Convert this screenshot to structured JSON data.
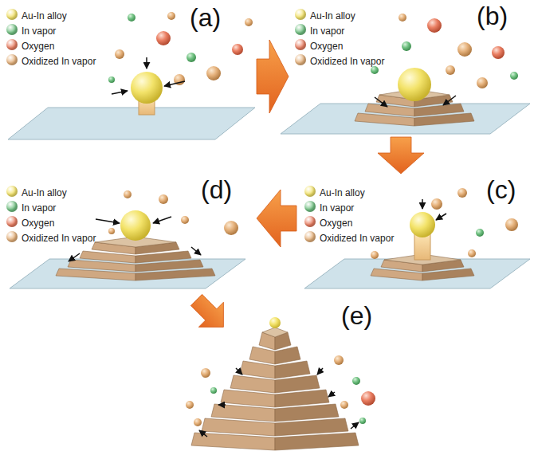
{
  "diagram": {
    "labels": [
      "(a)",
      "(b)",
      "(c)",
      "(d)",
      "(e)"
    ],
    "legend": [
      {
        "text": "Au-In alloy",
        "color": "#f3e36a"
      },
      {
        "text": "In vapor",
        "color": "#72c283"
      },
      {
        "text": "Oxygen",
        "color": "#ea7f63"
      },
      {
        "text": "Oxidized In vapor",
        "color": "#e6b27c"
      },
      {
        "text": "Au-In alloy",
        "color": "#f3e36a"
      },
      {
        "text": "In vapor",
        "color": "#72c283"
      },
      {
        "text": "Oxygen",
        "color": "#ea7f63"
      },
      {
        "text": "Oxidized In vapor",
        "color": "#e6b27c"
      },
      {
        "text": "Au-In alloy",
        "color": "#f3e36a"
      },
      {
        "text": "In vapor",
        "color": "#72c283"
      },
      {
        "text": "Oxygen",
        "color": "#ea7f63"
      },
      {
        "text": "Oxidized In vapor",
        "color": "#e6b27c"
      },
      {
        "text": "Au-In alloy",
        "color": "#f3e36a"
      },
      {
        "text": "In vapor",
        "color": "#72c283"
      },
      {
        "text": "Oxygen",
        "color": "#ea7f63"
      },
      {
        "text": "Oxidized In vapor",
        "color": "#e6b27c"
      }
    ]
  }
}
